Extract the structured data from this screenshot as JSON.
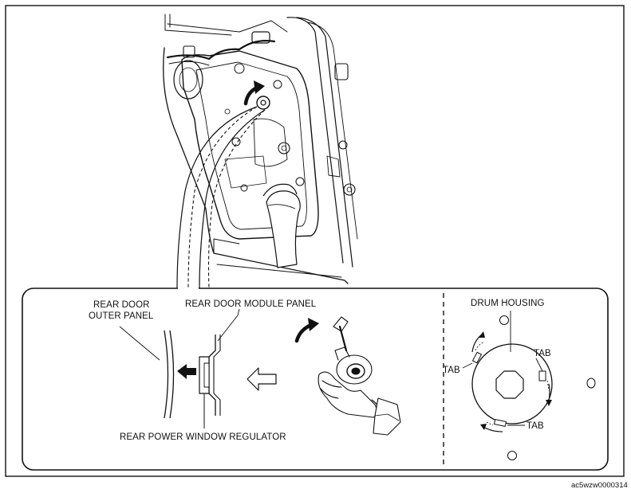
{
  "labels": {
    "rear_door_outer_panel_line1": "REAR DOOR",
    "rear_door_outer_panel_line2": "OUTER PANEL",
    "rear_door_module_panel": "REAR DOOR MODULE PANEL",
    "rear_power_window_regulator": "REAR POWER WINDOW REGULATOR",
    "drum_housing": "DRUM HOUSING",
    "tab_left": "TAB",
    "tab_right": "TAB",
    "tab_bottom": "TAB"
  },
  "figure_code": "ac5wzw0000314",
  "colors": {
    "ink": "#111111",
    "background": "#ffffff"
  }
}
